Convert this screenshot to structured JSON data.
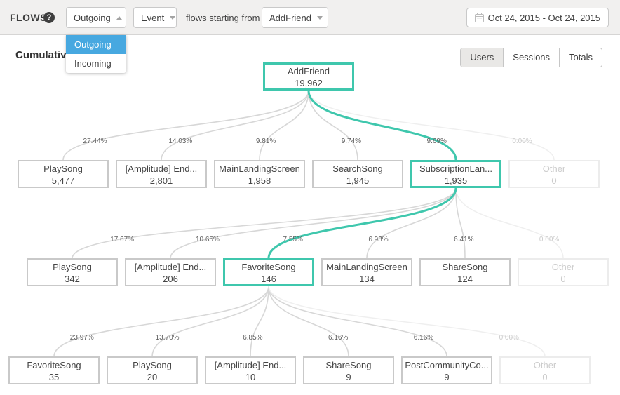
{
  "header": {
    "title": "FLOWS",
    "help_glyph": "?",
    "direction_dropdown": {
      "value": "Outgoing",
      "open": true,
      "options": [
        "Outgoing",
        "Incoming"
      ],
      "selected_option": "Outgoing"
    },
    "type_dropdown": {
      "value": "Event"
    },
    "connector_text": "flows starting from",
    "start_event_dropdown": {
      "value": "AddFriend"
    },
    "date_range": {
      "label": "Oct 24, 2015  -  Oct 24, 2015"
    }
  },
  "view": {
    "title": "Cumulative",
    "segments": [
      "Users",
      "Sessions",
      "Totals"
    ],
    "active_segment": "Users"
  },
  "icons": {
    "help": "question-circle",
    "calendar": "calendar-grid",
    "caret_open": "triangle-up",
    "caret_closed": "triangle-down"
  },
  "colors": {
    "accent_teal": "#3fc7ad",
    "link_gray": "#d7d7d7",
    "link_muted": "#efefef",
    "menu_highlight_blue": "#47a8e0",
    "topbar_bg": "#f1f0ef"
  },
  "chart_data": {
    "type": "flow-tree",
    "title": "Outgoing event flows starting from AddFriend",
    "metric": "Users",
    "root": {
      "label": "AddFriend",
      "value": "19,962",
      "highlight": true
    },
    "levels": [
      {
        "nodes": [
          {
            "pct": "27.44%",
            "label": "PlaySong",
            "value": "5,477"
          },
          {
            "pct": "14.03%",
            "label": "[Amplitude] End...",
            "value": "2,801"
          },
          {
            "pct": "9.81%",
            "label": "MainLandingScreen",
            "value": "1,958"
          },
          {
            "pct": "9.74%",
            "label": "SearchSong",
            "value": "1,945"
          },
          {
            "pct": "9.69%",
            "label": "SubscriptionLan...",
            "value": "1,935",
            "highlight": true,
            "expanded": true
          },
          {
            "pct": "0.00%",
            "label": "Other",
            "value": "0",
            "muted": true
          }
        ]
      },
      {
        "nodes": [
          {
            "pct": "17.67%",
            "label": "PlaySong",
            "value": "342"
          },
          {
            "pct": "10.65%",
            "label": "[Amplitude] End...",
            "value": "206"
          },
          {
            "pct": "7.55%",
            "label": "FavoriteSong",
            "value": "146",
            "highlight": true,
            "expanded": true
          },
          {
            "pct": "6.93%",
            "label": "MainLandingScreen",
            "value": "134"
          },
          {
            "pct": "6.41%",
            "label": "ShareSong",
            "value": "124"
          },
          {
            "pct": "0.00%",
            "label": "Other",
            "value": "0",
            "muted": true
          }
        ]
      },
      {
        "nodes": [
          {
            "pct": "23.97%",
            "label": "FavoriteSong",
            "value": "35"
          },
          {
            "pct": "13.70%",
            "label": "PlaySong",
            "value": "20"
          },
          {
            "pct": "6.85%",
            "label": "[Amplitude] End...",
            "value": "10"
          },
          {
            "pct": "6.16%",
            "label": "ShareSong",
            "value": "9"
          },
          {
            "pct": "6.16%",
            "label": "PostCommunityCo...",
            "value": "9"
          },
          {
            "pct": "0.00%",
            "label": "Other",
            "value": "0",
            "muted": true
          }
        ]
      }
    ]
  }
}
